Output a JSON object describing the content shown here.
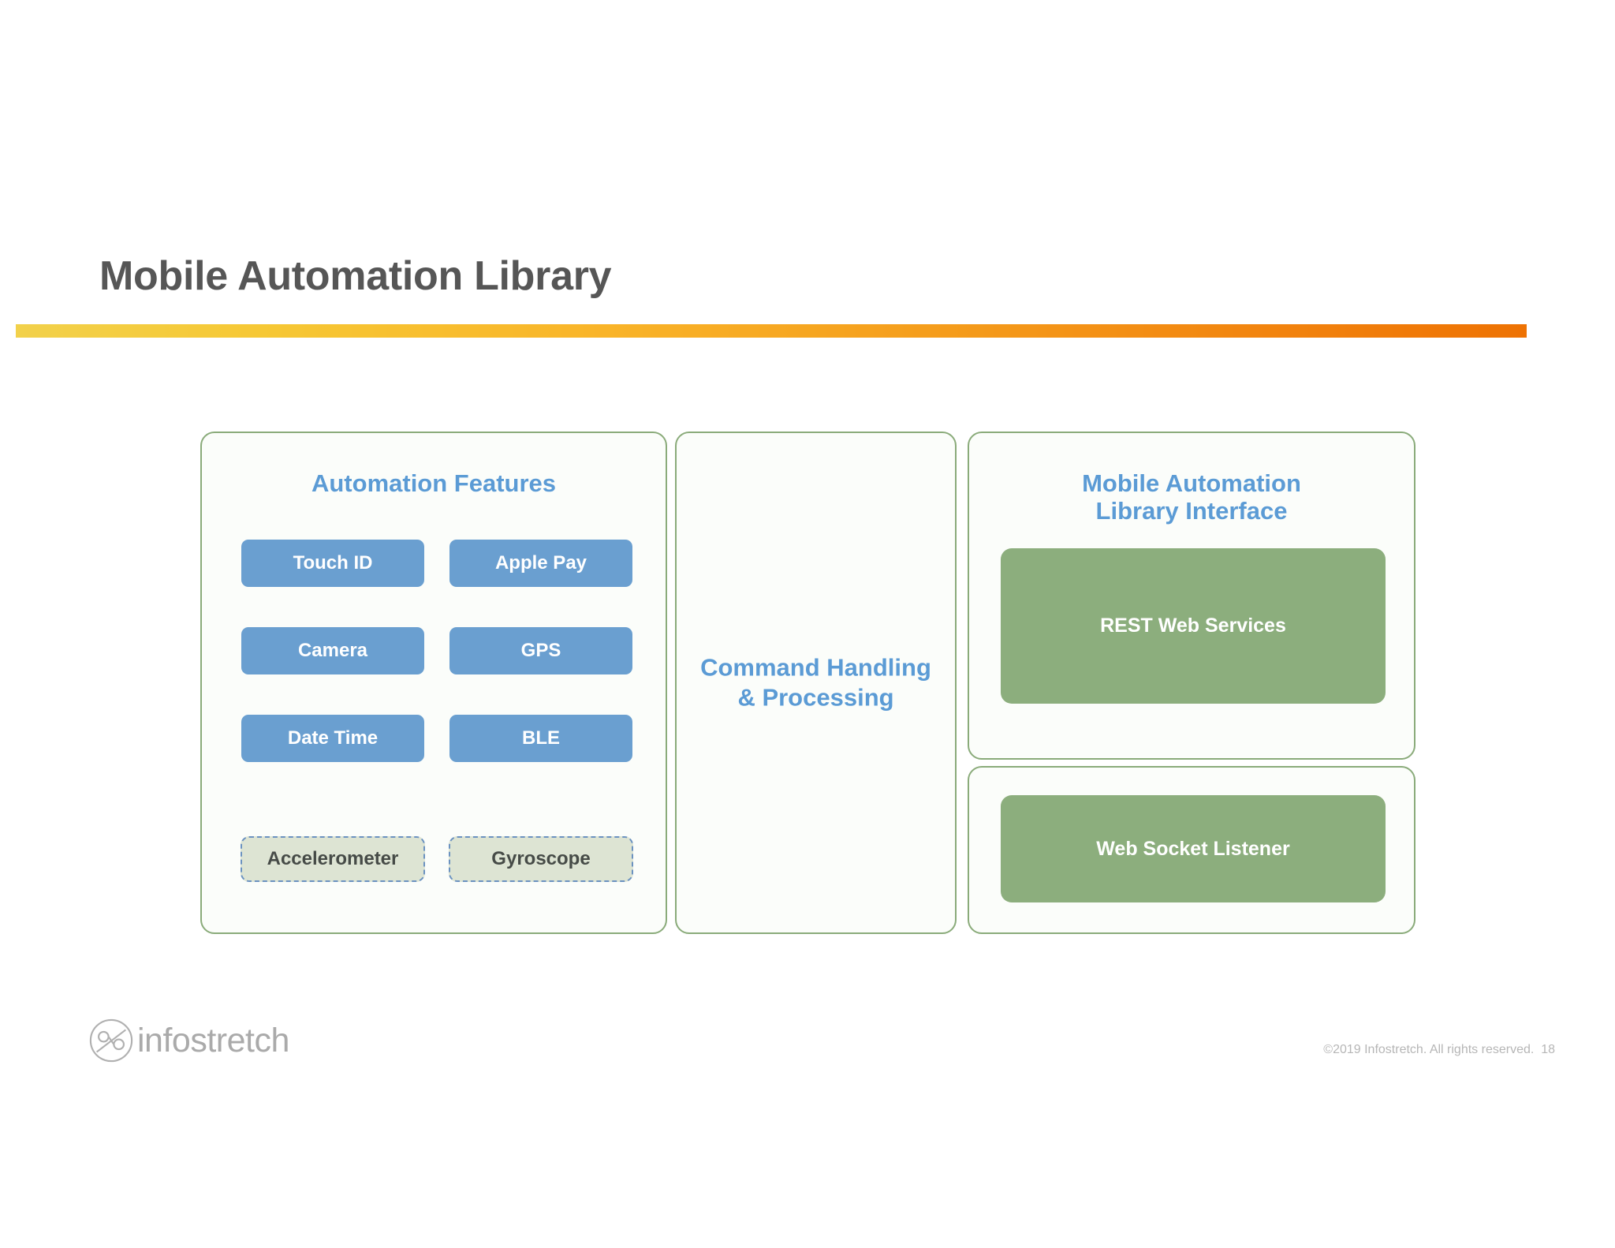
{
  "slide": {
    "title": "Mobile Automation Library",
    "page_number": "18"
  },
  "panels": {
    "features": {
      "heading": "Automation Features",
      "buttons": [
        {
          "label": "Touch ID",
          "col": 1,
          "row": 1
        },
        {
          "label": "Apple Pay",
          "col": 2,
          "row": 1
        },
        {
          "label": "Camera",
          "col": 1,
          "row": 2
        },
        {
          "label": "GPS",
          "col": 2,
          "row": 2
        },
        {
          "label": "Date Time",
          "col": 1,
          "row": 3
        },
        {
          "label": "BLE",
          "col": 2,
          "row": 3
        }
      ],
      "sensors": [
        {
          "label": "Accelerometer",
          "col": 1
        },
        {
          "label": "Gyroscope",
          "col": 2
        }
      ]
    },
    "command": {
      "line1": "Command Handling",
      "line2": "& Processing"
    },
    "interface": {
      "heading_line1": "Mobile Automation",
      "heading_line2": "Library Interface",
      "rest_box": "REST Web Services"
    },
    "socket": {
      "box": "Web Socket Listener"
    }
  },
  "footer": {
    "logo_text": "infostretch",
    "copyright": "©2019 Infostretch. All rights reserved.  18"
  },
  "colors": {
    "title_text": "#565656",
    "rule_start": "#f2d14b",
    "rule_end": "#ee7203",
    "panel_border": "#8aab7a",
    "heading_blue": "#5b9bd5",
    "button_blue": "#6a9fd0",
    "sensor_fill": "#dde4d3",
    "sensor_border": "#6b92c0",
    "service_green": "#8cae7d",
    "footer_gray": "#b6b6b6"
  }
}
